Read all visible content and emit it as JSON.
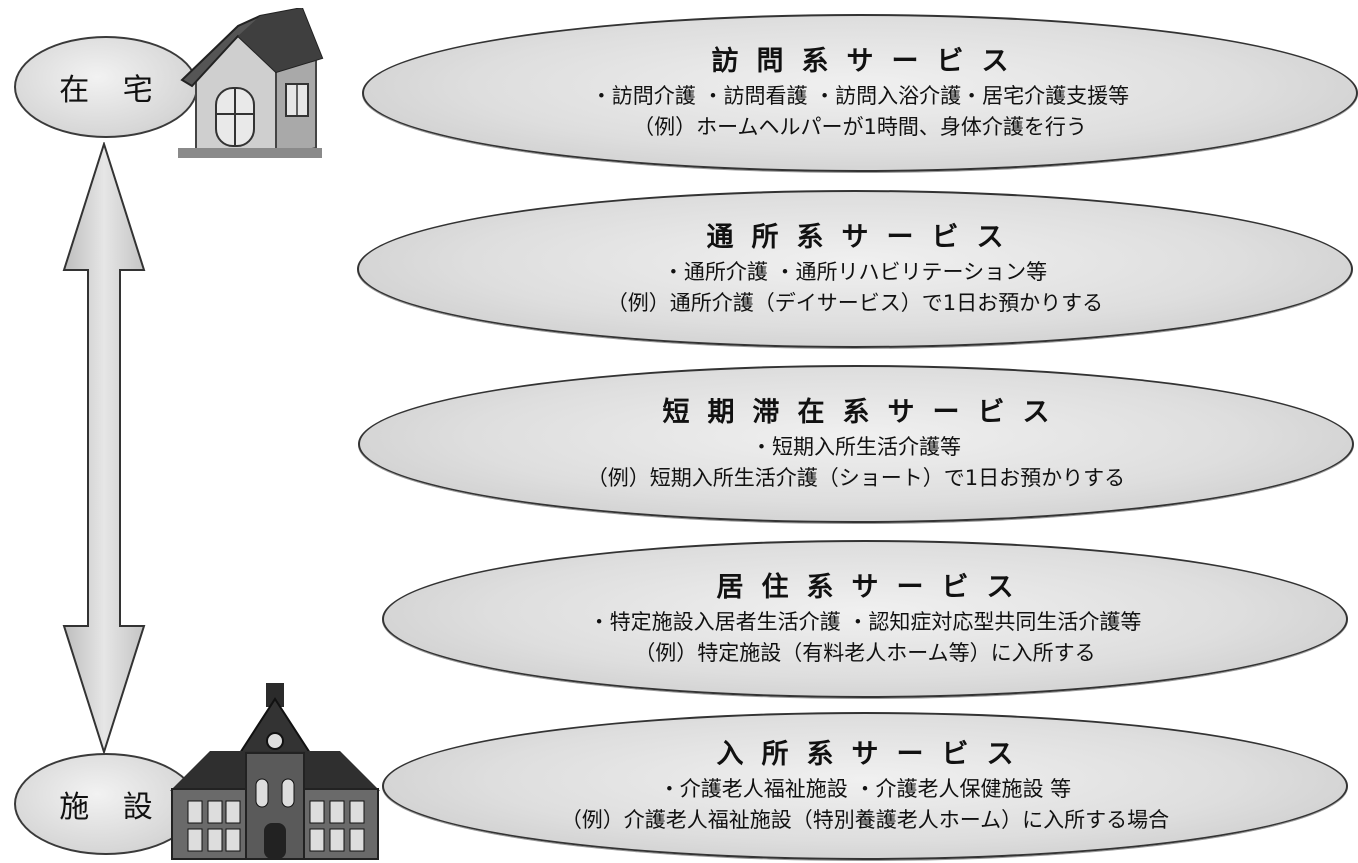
{
  "locations": {
    "top": "在 宅",
    "bottom": "施 設"
  },
  "services": [
    {
      "title": "訪問系サービス",
      "items": "・訪問介護 ・訪問看護 ・訪問入浴介護・居宅介護支援等",
      "example": "（例）ホームヘルパーが1時間、身体介護を行う"
    },
    {
      "title": "通所系サービス",
      "items": "・通所介護 ・通所リハビリテーション等",
      "example": "（例）通所介護（デイサービス）で1日お預かりする"
    },
    {
      "title": "短期滞在系サービス",
      "items": "・短期入所生活介護等",
      "example": "（例）短期入所生活介護（ショート）で1日お預かりする"
    },
    {
      "title": "居住系サービス",
      "items": "・特定施設入居者生活介護 ・認知症対応型共同生活介護等",
      "example": "（例）特定施設（有料老人ホーム等）に入所する"
    },
    {
      "title": "入所系サービス",
      "items": "・介護老人福祉施設 ・介護老人保健施設 等",
      "example": "（例）介護老人福祉施設（特別養護老人ホーム）に入所する場合"
    }
  ],
  "icons": {
    "home": "house-icon",
    "facility": "facility-building-icon",
    "connector": "double-arrow-icon"
  },
  "colors": {
    "ellipse_fill": "#dcdcdc",
    "stroke": "#333333"
  }
}
